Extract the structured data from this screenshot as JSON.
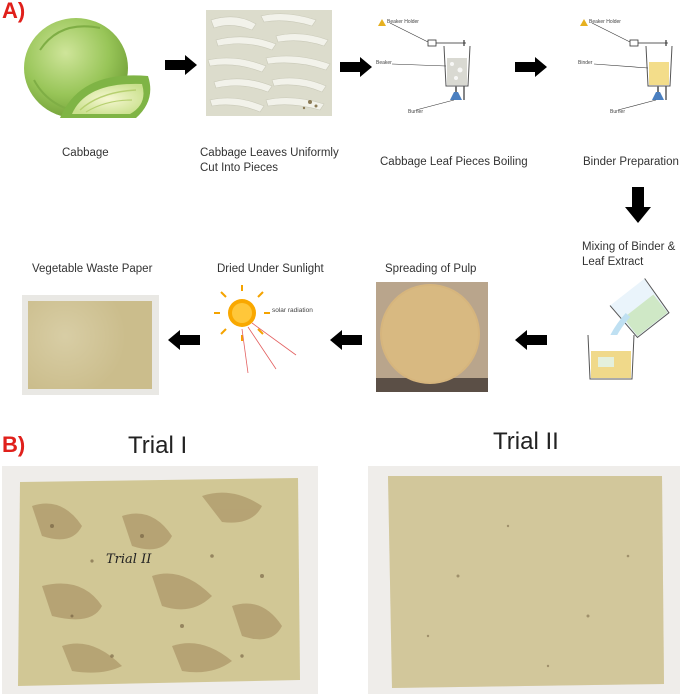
{
  "panel_a": {
    "label": "A)",
    "steps": {
      "cabbage": "Cabbage",
      "cut": "Cabbage Leaves Uniformly Cut Into Pieces",
      "boiling": "Cabbage Leaf Pieces Boiling",
      "binder": "Binder Preparation",
      "mixing": "Mixing of Binder & Leaf Extract",
      "spreading": "Spreading of Pulp",
      "dried": "Dried Under Sunlight",
      "paper": "Vegetable Waste Paper"
    },
    "apparatus": {
      "beaker_holder": "Beaker Holder",
      "beaker": "Beaker",
      "binder": "Binder",
      "burner": "Burner"
    },
    "sun_text": "solar radiation",
    "trial1_writing": "Trial II"
  },
  "panel_b": {
    "label": "B)",
    "trial1": "Trial I",
    "trial2": "Trial II"
  },
  "colors": {
    "label_red": "#e0201b",
    "paper": "#cbbf8e",
    "pulp": "#d2b27c",
    "cabbage": "#9cc95a"
  }
}
